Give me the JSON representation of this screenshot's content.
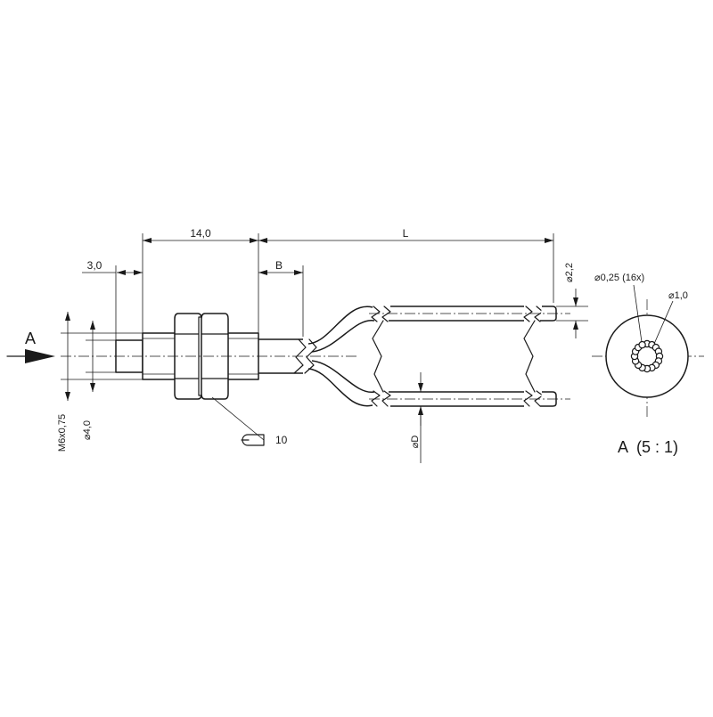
{
  "drawing": {
    "dimensions": {
      "length_14": "14,0",
      "length_l": "L",
      "length_3": "3,0",
      "length_b": "B",
      "dia_2_2": "⌀2,2",
      "thread": "M6x0,75",
      "dia_4": "⌀4,0",
      "dia_d": "⌀D",
      "fiber_dia": "⌀0,25 (16x)",
      "core_dia": "⌀1,0"
    },
    "view_arrow_label": "A",
    "torque_value": "10",
    "view_label": "A  (5 : 1)"
  }
}
